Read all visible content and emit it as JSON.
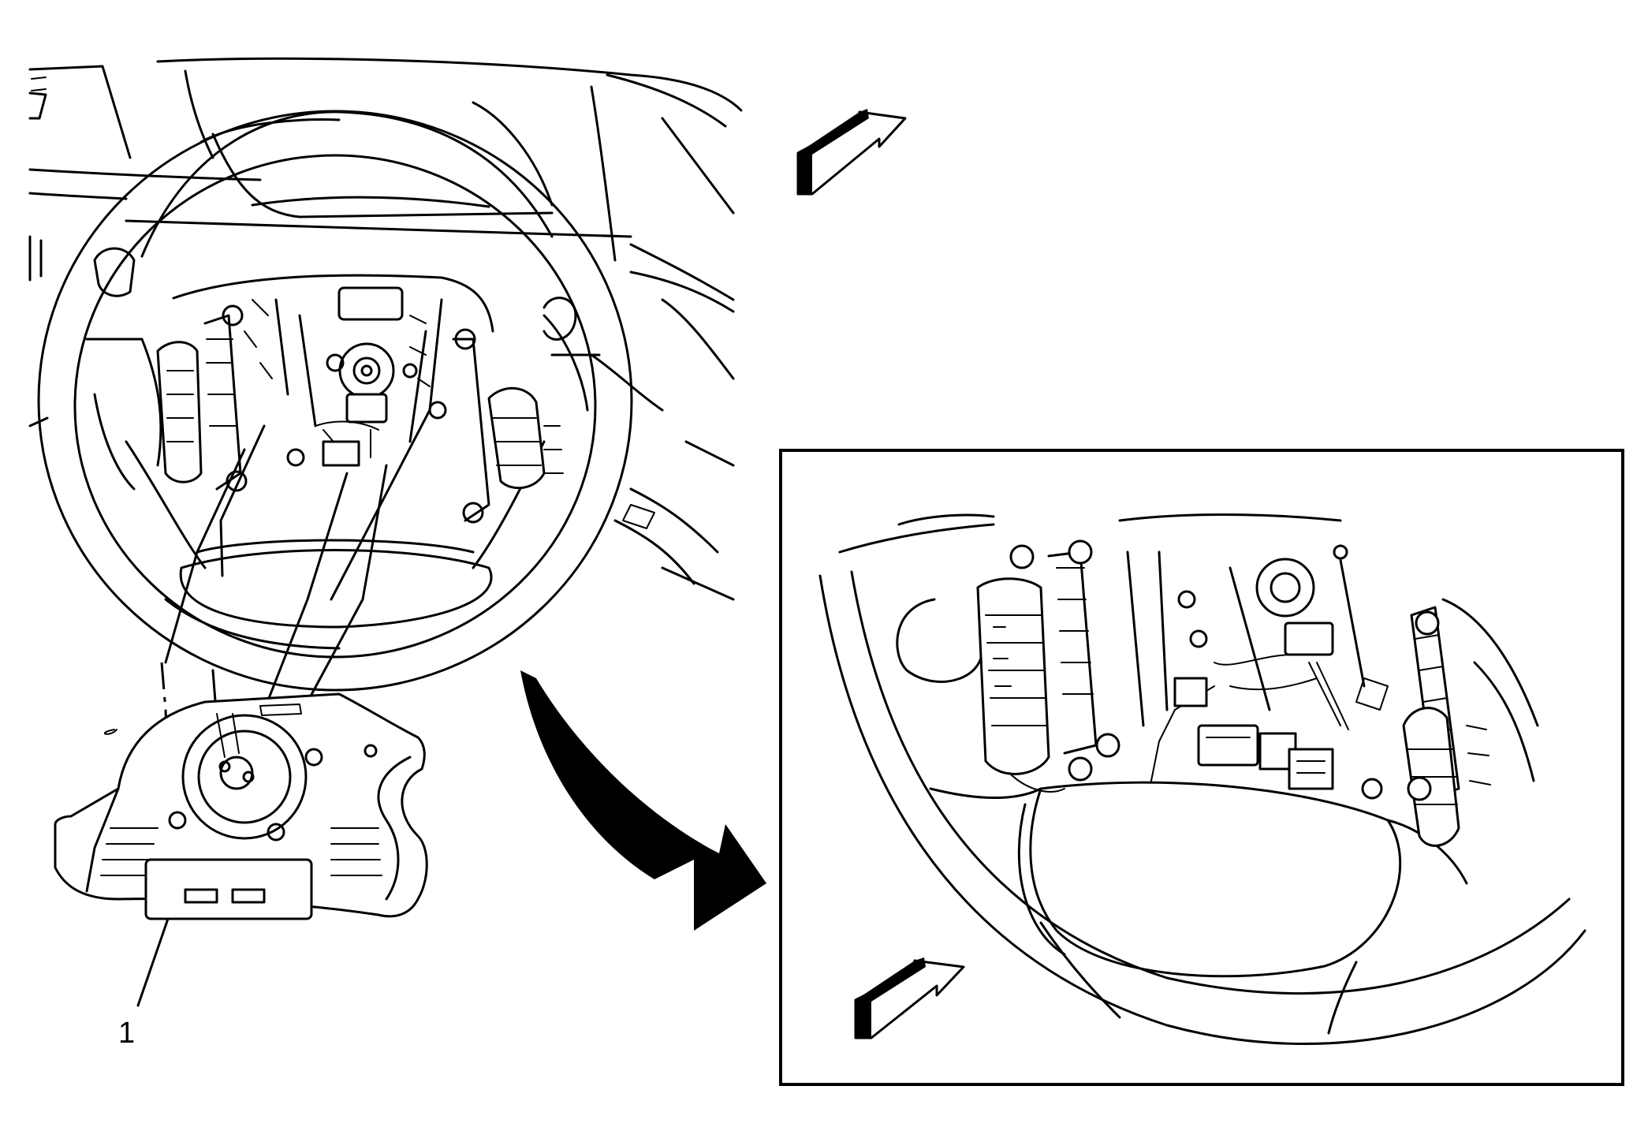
{
  "callouts": [
    {
      "id": "1",
      "label": "1"
    }
  ],
  "views": {
    "main": "steering-wheel-with-airbag-module-removed",
    "detail": "enlarged-view-of-steering-wheel-switches-and-connectors"
  },
  "icons": {
    "view_direction_arrow": "view-arrow-icon",
    "rotation_arrow": "curved-arrow-icon"
  },
  "colors": {
    "line": "#000000",
    "background": "#ffffff"
  }
}
